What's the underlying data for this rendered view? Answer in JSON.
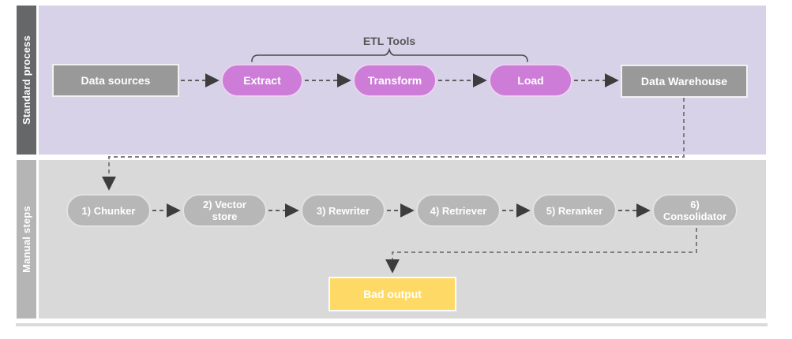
{
  "diagram": {
    "etl_group_label": "ETL Tools",
    "lanes": [
      {
        "label": "Standard process"
      },
      {
        "label": "Manual steps"
      }
    ],
    "standard_nodes": {
      "data_sources": "Data sources",
      "extract": "Extract",
      "transform": "Transform",
      "load": "Load",
      "data_warehouse": "Data Warehouse"
    },
    "manual_nodes": {
      "chunker": "1) Chunker",
      "vector_store": "2) Vector store",
      "rewriter": "3) Rewriter",
      "retriever": "4) Retriever",
      "reranker": "5) Reranker",
      "consolidator": "6) Consolidator"
    },
    "output_node": {
      "bad_output": "Bad output"
    },
    "colors": {
      "standard_lane_bg": "#d8d2e8",
      "standard_lane_bar": "#666768",
      "manual_lane_bg": "#d9d9d9",
      "manual_lane_bar": "#b5b5b5",
      "etl_pill_fill": "#cd7dd8",
      "gray_node_fill": "#999999",
      "manual_pill_fill": "#b7b7b7",
      "bad_output_fill": "#ffd966",
      "connector_color": "#5f5f5f"
    }
  }
}
